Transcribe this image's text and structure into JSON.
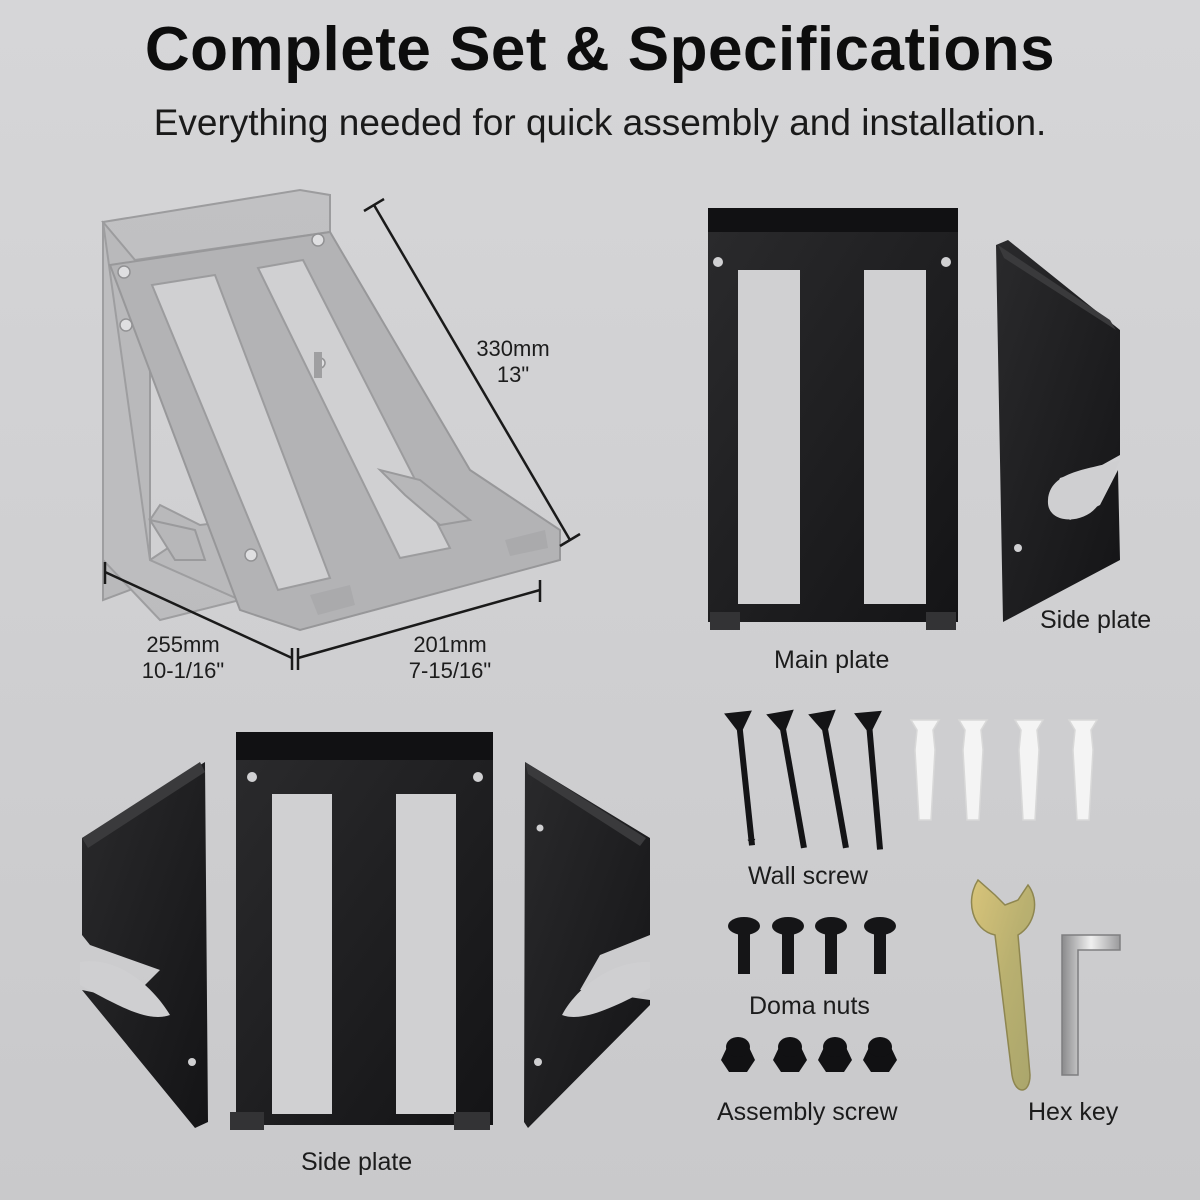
{
  "header": {
    "title": "Complete Set & Specifications",
    "subtitle": "Everything needed for quick assembly and installation."
  },
  "dimensions": {
    "diagonal": {
      "metric": "330mm",
      "imperial": "13\""
    },
    "depth": {
      "metric": "255mm",
      "imperial": "10-1/16\""
    },
    "width": {
      "metric": "201mm",
      "imperial": "7-15/16\""
    }
  },
  "parts": {
    "main_plate": "Main plate",
    "side_plate_right": "Side plate",
    "side_plate_bottom": "Side plate",
    "wall_screw": "Wall screw",
    "doma_nuts": "Doma nuts",
    "assembly_screw": "Assembly screw",
    "hex_key": "Hex key"
  },
  "colors": {
    "background": "#d2d2d4",
    "metal": "#1e1e20",
    "ghost": "#b4b4b6",
    "anchor": "#f2f2f2",
    "wrench": "#c9b56a"
  }
}
